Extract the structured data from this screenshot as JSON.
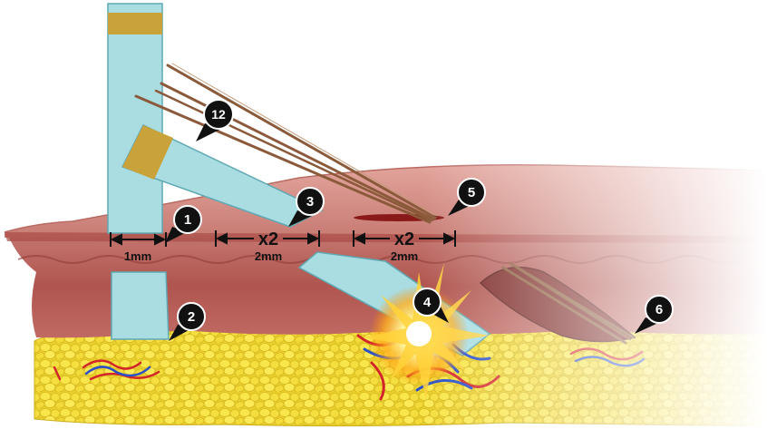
{
  "labels": {
    "one": "1",
    "two": "2",
    "three": "3",
    "four": "4",
    "five": "5",
    "six": "6",
    "twelve": "12"
  },
  "measurements": {
    "first": "1mm",
    "second": "2mm",
    "third": "2mm"
  },
  "multipliers": {
    "first": "x2",
    "second": "x2"
  },
  "colors": {
    "blade": "#a9dde2",
    "blade_edge": "#5fa8b3",
    "blade_band": "#c9a23a",
    "epidermis": "#c97b72",
    "dermis": "#b45b55",
    "fat": "#f1dc3c",
    "artery": "#d3262a",
    "vein": "#2b50c8",
    "hair": "#8a5a3a",
    "marker": "#111111"
  }
}
